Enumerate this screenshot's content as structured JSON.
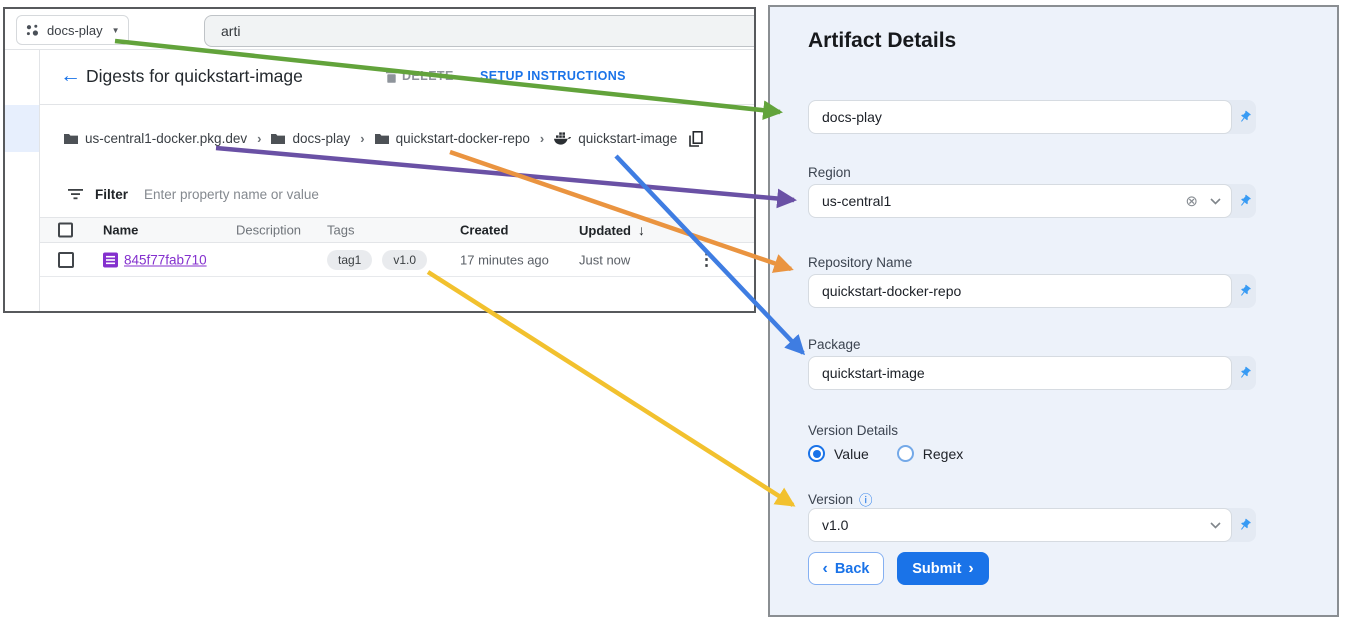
{
  "console": {
    "project_switcher": {
      "label": "docs-play"
    },
    "search": {
      "value": "arti"
    },
    "page_header": {
      "title": "Digests for quickstart-image",
      "delete_label": "DELETE",
      "setup_label": "SETUP INSTRUCTIONS"
    },
    "breadcrumb": {
      "items": [
        {
          "label": "us-central1-docker.pkg.dev",
          "icon": "folder-icon"
        },
        {
          "label": "docs-play",
          "icon": "folder-icon"
        },
        {
          "label": "quickstart-docker-repo",
          "icon": "folder-icon"
        },
        {
          "label": "quickstart-image",
          "icon": "docker-whale-icon"
        }
      ]
    },
    "filter": {
      "label": "Filter",
      "placeholder": "Enter property name or value"
    },
    "table": {
      "columns": [
        "Name",
        "Description",
        "Tags",
        "Created",
        "Updated"
      ],
      "sort_column": "Updated",
      "sort_direction": "desc",
      "rows": [
        {
          "name": "845f77fab710",
          "description": "",
          "tags": [
            "tag1",
            "v1.0"
          ],
          "created": "17 minutes ago",
          "updated": "Just now"
        }
      ]
    }
  },
  "panel": {
    "title": "Artifact Details",
    "fields": {
      "project": {
        "value": "docs-play"
      },
      "region": {
        "label": "Region",
        "value": "us-central1"
      },
      "repository": {
        "label": "Repository Name",
        "value": "quickstart-docker-repo"
      },
      "package": {
        "label": "Package",
        "value": "quickstart-image"
      },
      "version": {
        "label": "Version",
        "value": "v1.0"
      }
    },
    "version_details": {
      "label": "Version Details",
      "options": [
        "Value",
        "Regex"
      ],
      "selected": "Value"
    },
    "buttons": {
      "back": "Back",
      "submit": "Submit"
    }
  },
  "icons": {
    "dropdown_arrow": "▼",
    "back_arrow": "←",
    "breadcrumb_separator": "›",
    "sort_desc": "↓",
    "overflow_menu": "⋮",
    "clear": "⊗",
    "info": "ⓘ",
    "chevron_left": "‹",
    "chevron_right": "›"
  },
  "colors": {
    "accent_blue": "#1a73e8",
    "pin_blue": "#389bf4",
    "link_purple": "#8430ce",
    "panel_bg": "#edf2fa",
    "arrow_green": "#62a33b",
    "arrow_purple": "#6a51a5",
    "arrow_orange": "#ea9440",
    "arrow_blue": "#3f7de2",
    "arrow_yellow": "#f2c12e"
  }
}
